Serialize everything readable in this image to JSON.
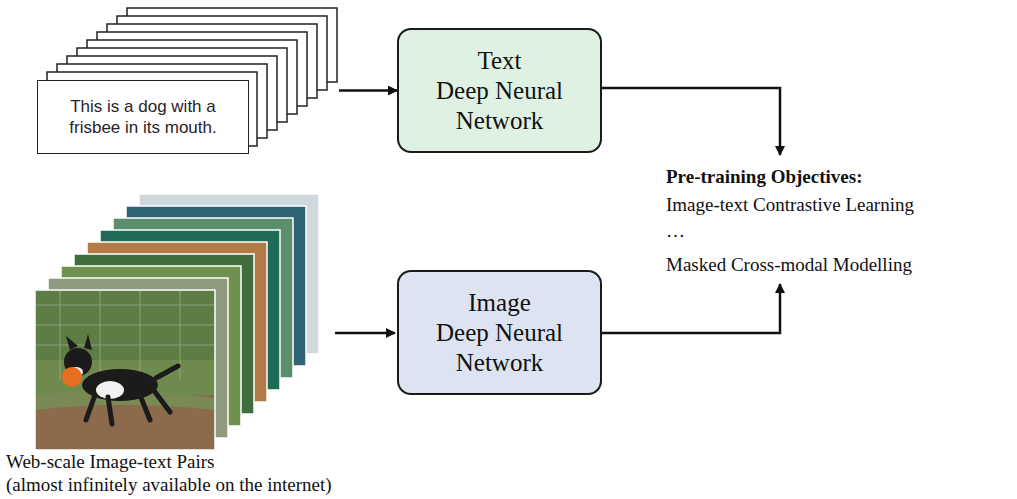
{
  "diagram": {
    "nodes": [
      {
        "text": [
          "This is a dog with a frisbee in its mouth."
        ]
      },
      {
        "text": [
          "Text Deep Neural Network"
        ]
      },
      {
        "text": [
          "Image Deep Neural Network"
        ]
      }
    ],
    "edges": [
      {
        "from": 0,
        "to": 1,
        "arrow": "to"
      }
    ],
    "labels": [
      "Pre-training Objectives:",
      "Image-text Contrastive Learning",
      "…",
      "Masked Cross-modal Modelling",
      "Web-scale Image-text Pairs",
      "(almost infinitely available on the internet)"
    ]
  }
}
